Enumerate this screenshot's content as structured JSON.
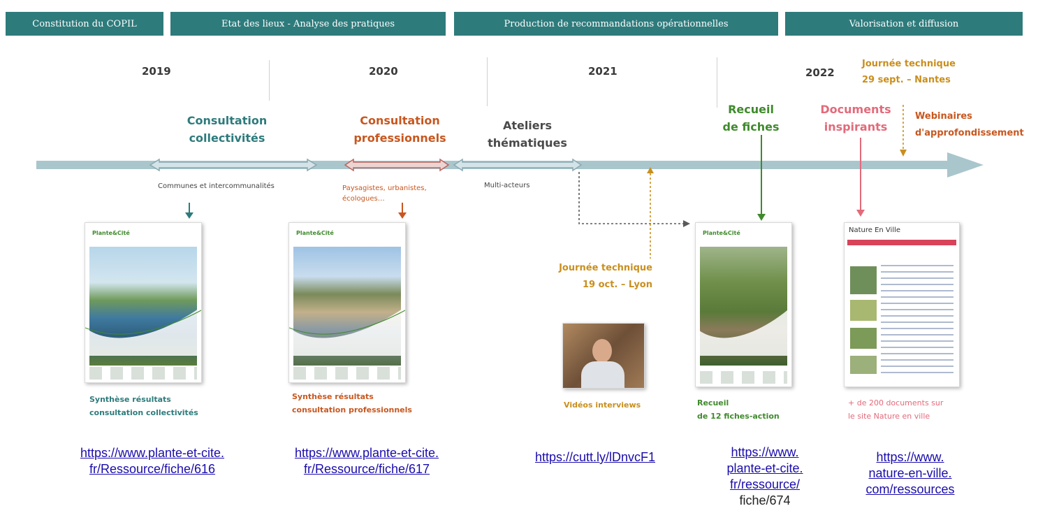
{
  "phases": [
    "Constitution du COPIL",
    "Etat des lieux - Analyse des pratiques",
    "Production de recommandations opérationnelles",
    "Valorisation et diffusion"
  ],
  "years": [
    "2019",
    "2020",
    "2021",
    "2022"
  ],
  "events": {
    "consultation_collectivites": "Consultation\ncollectivités",
    "consultation_professionnels": "Consultation\nprofessionnels",
    "ateliers": "Ateliers\nthématiques",
    "recueil": "Recueil\nde fiches",
    "documents": "Documents\ninspirants",
    "journee_2022": "Journée technique\n29 sept. – Nantes",
    "webinaires": "Webinaires\nd'approfondissement",
    "journee_2021": "Journée technique\n19 oct. – Lyon"
  },
  "sublabels": {
    "collectivites": "Communes et intercommunalités",
    "professionnels": "Paysagistes, urbanistes,\nécologues…",
    "ateliers": "Multi-acteurs"
  },
  "captions": {
    "collectivites": "Synthèse résultats\nconsultation collectivités",
    "professionnels": "Synthèse résultats\nconsultation professionnels",
    "videos": "Vidéos interviews",
    "recueil": "Recueil\nde 12 fiches-action",
    "documents": "+ de 200 documents sur\nle site Nature en ville"
  },
  "covers": {
    "brand": "Plante&Cité",
    "nature_title": "Nature En Ville"
  },
  "links": {
    "fiche616": "https://www.plante-et-cite.\nfr/Ressource/fiche/616",
    "fiche617": "https://www.plante-et-cite.\nfr/Ressource/fiche/617",
    "cutt": "https://cutt.ly/lDnvcF1",
    "fiche674_link": "https://www.\nplante-et-cite.\nfr/ressource/",
    "fiche674_tail": "fiche/674",
    "nature": "https://www.\nnature-en-ville.\ncom/ressources"
  },
  "colors": {
    "phase_bar": "#2e7b7c",
    "timeline": "#a9c6cc",
    "orange": "#c8571f",
    "green": "#3f8a2c",
    "pink": "#e36a7a",
    "gold": "#c98f1e"
  }
}
